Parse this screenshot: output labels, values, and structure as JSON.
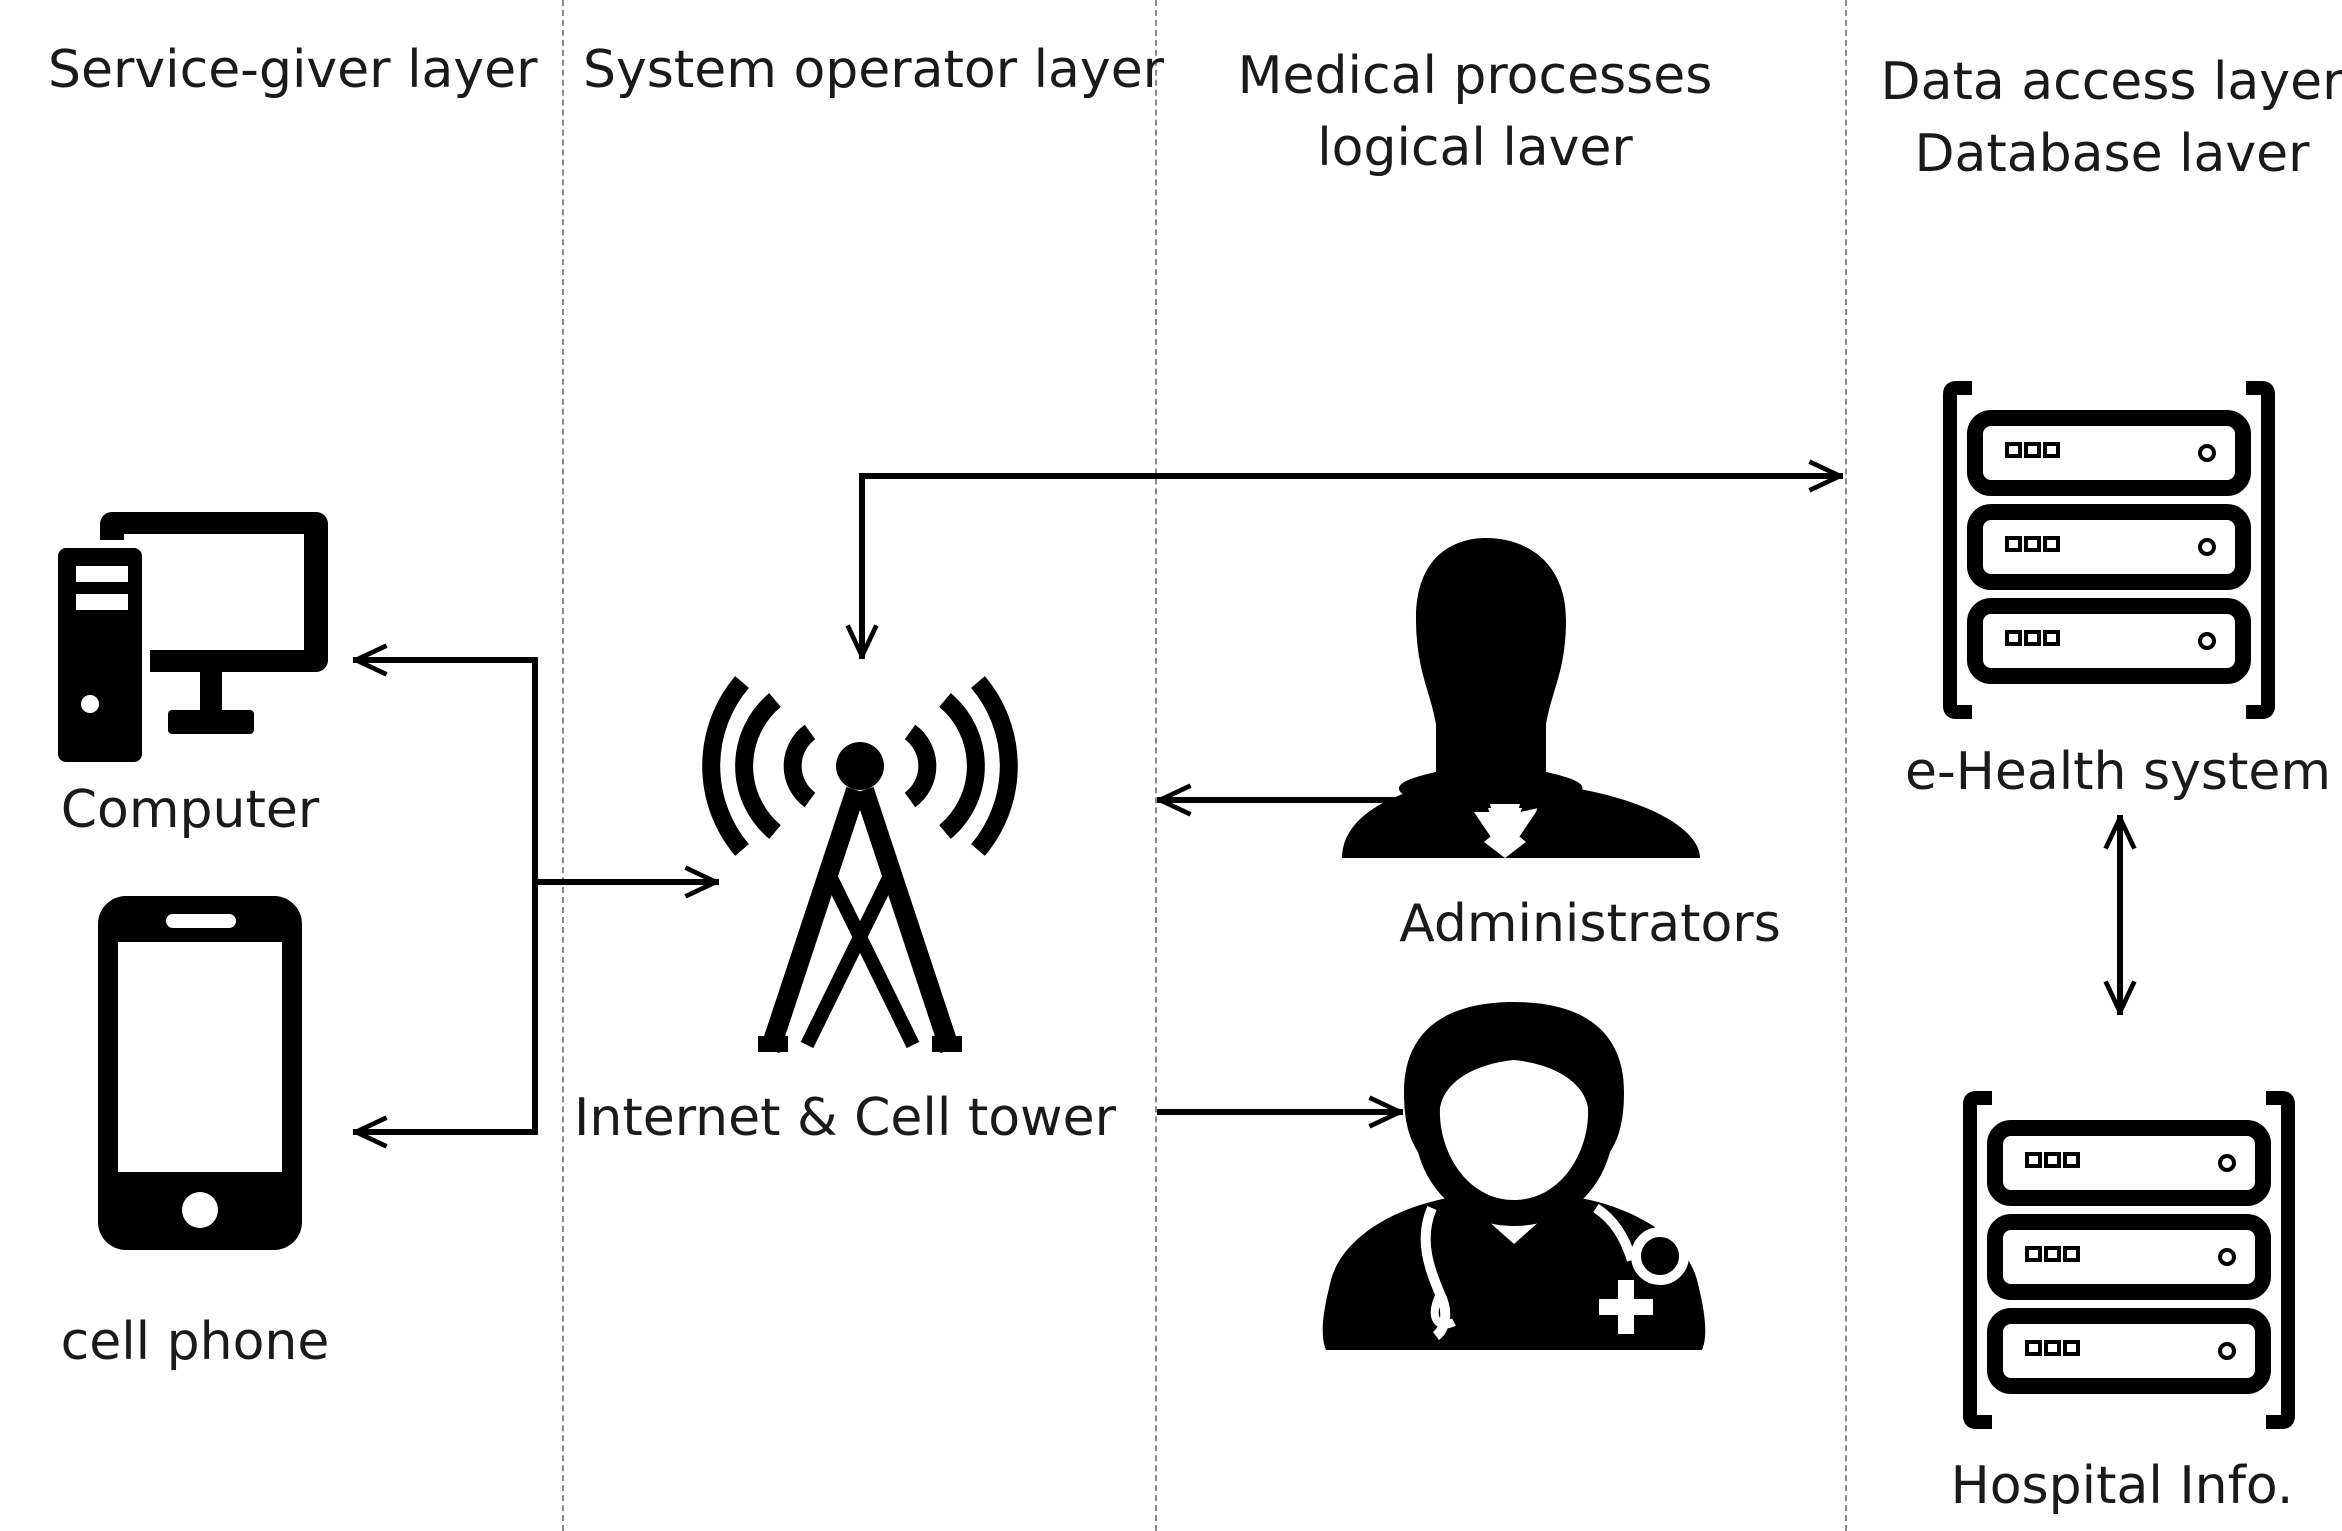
{
  "layers": {
    "service_giver": "Service-giver layer",
    "system_operator": "System operator layer",
    "medical_line1": "Medical processes",
    "medical_line2": "logical laver",
    "data_access_line1": "Data access layer",
    "data_access_line2": "Database laver"
  },
  "nodes": {
    "computer": "Computer",
    "cell_phone": "cell phone",
    "tower": "Internet & Cell tower",
    "administrators": "Administrators",
    "ehealth": "e-Health system",
    "hospital": "Hospital Info."
  },
  "colors": {
    "ink": "#000000",
    "text": "#1a1a1a",
    "divider": "#8a8a8a"
  },
  "icons": [
    "computer-icon",
    "cell-phone-icon",
    "cell-tower-icon",
    "administrator-icon",
    "doctor-icon",
    "server-rack-icon"
  ]
}
